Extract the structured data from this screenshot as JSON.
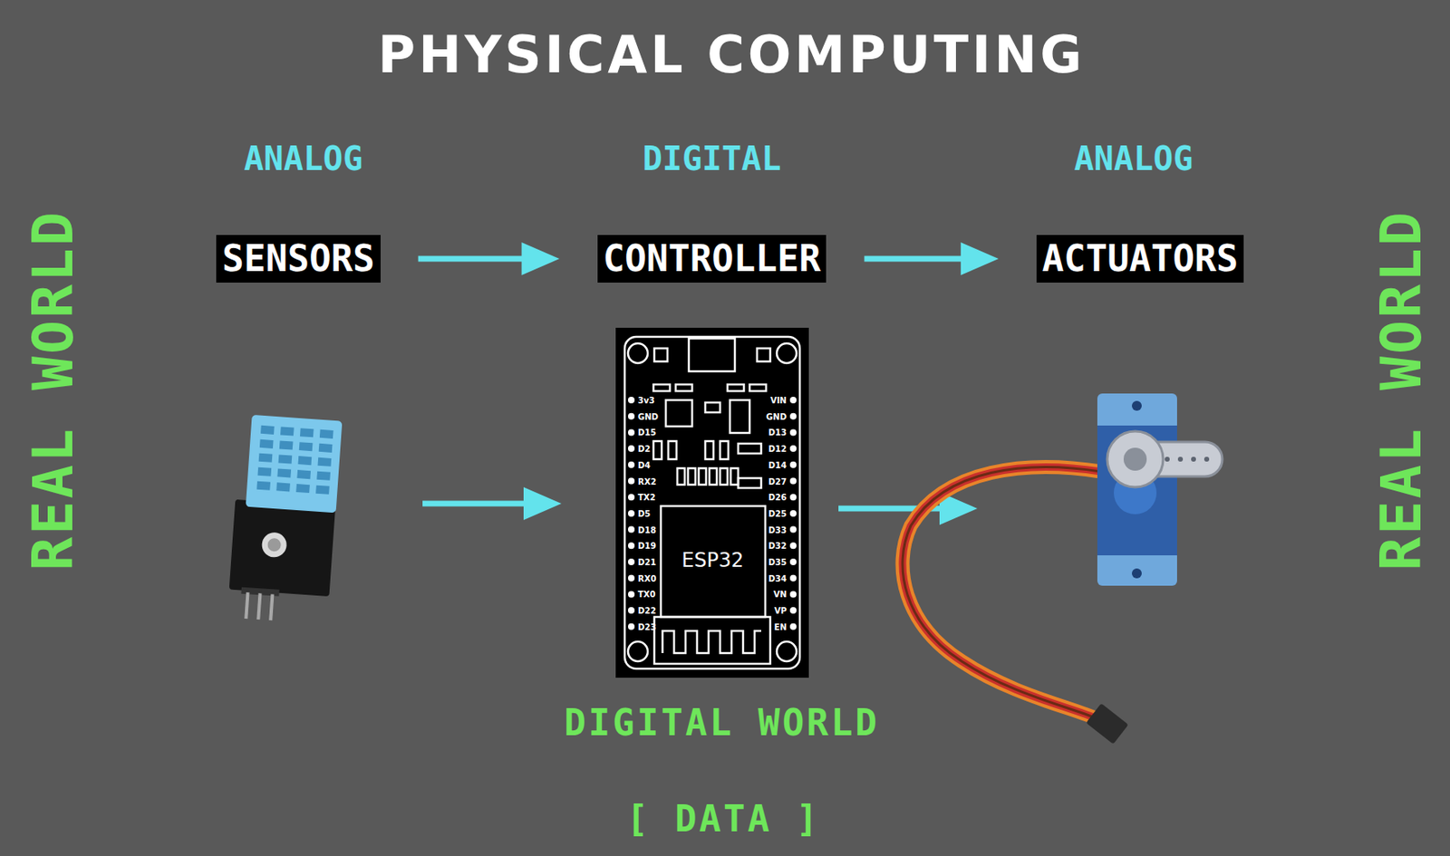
{
  "diagram": {
    "title": "PHYSICAL COMPUTING",
    "nodes": [
      {
        "text": [
          "SENSORS"
        ]
      },
      {
        "text": [
          "CONTROLLER"
        ]
      },
      {
        "text": [
          "ACTUATORS"
        ]
      }
    ],
    "edges": [
      {
        "from": 0,
        "to": 1,
        "arrow": "to"
      },
      {
        "from": 1,
        "to": 2,
        "arrow": "to"
      }
    ],
    "labels": [
      "ANALOG",
      "DIGITAL",
      "ANALOG",
      "REAL WORLD",
      "REAL WORLD",
      "DIGITAL WORLD",
      "[ DATA ]",
      "ESP32",
      "3v3",
      "GND",
      "D15",
      "D2",
      "D4",
      "RX2",
      "TX2",
      "D5",
      "D18",
      "D19",
      "D21",
      "RX0",
      "TX0",
      "D22",
      "D23",
      "VIN",
      "GND",
      "D13",
      "D12",
      "D14",
      "D27",
      "D26",
      "D25",
      "D33",
      "D32",
      "D35",
      "D34",
      "VN",
      "VP",
      "EN"
    ]
  }
}
